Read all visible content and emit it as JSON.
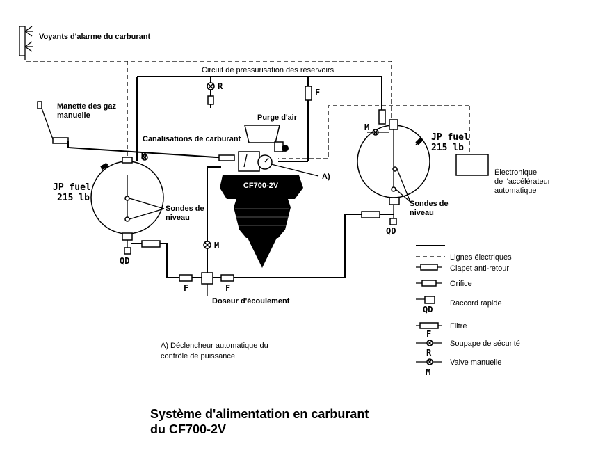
{
  "labels": {
    "fuel_warning_lights": "Voyants d'alarme du carburant",
    "tank_pressurization": "Circuit de pressurisation des réservoirs",
    "throttle_line1": "Manette des gaz",
    "throttle_line2": "manuelle",
    "air_purge": "Purge d'air",
    "fuel_lines": "Canalisations de carburant",
    "engine": "CF700-2V",
    "a_marker": "A)",
    "left_tank_line1": "JP fuel",
    "left_tank_line2": "215 lb",
    "right_tank_line1": "JP fuel",
    "right_tank_line2": "215 lb",
    "level_probes_left_1": "Sondes de",
    "level_probes_left_2": "niveau",
    "level_probes_right_1": "Sondes de",
    "level_probes_right_2": "niveau",
    "electronic_1": "Électronique",
    "electronic_2": "de l'accélérateur",
    "electronic_3": "automatique",
    "flow_meter": "Doseur d'écoulement",
    "note_a_1": "A) Déclencheur automatique du",
    "note_a_2": "contrôle de puissance",
    "code_m": "M",
    "code_r": "R",
    "code_f": "F",
    "code_qd": "QD"
  },
  "legend": {
    "electrical_lines": "Lignes électriques",
    "check_valve": "Clapet anti-retour",
    "orifice": "Orifice",
    "quick_disconnect": "Raccord rapide",
    "filter": "Filtre",
    "safety_valve": "Soupape de sécurité",
    "manual_valve": "Valve manuelle"
  },
  "title": {
    "line1": "Système d'alimentation en carburant",
    "line2": "du CF700-2V"
  }
}
